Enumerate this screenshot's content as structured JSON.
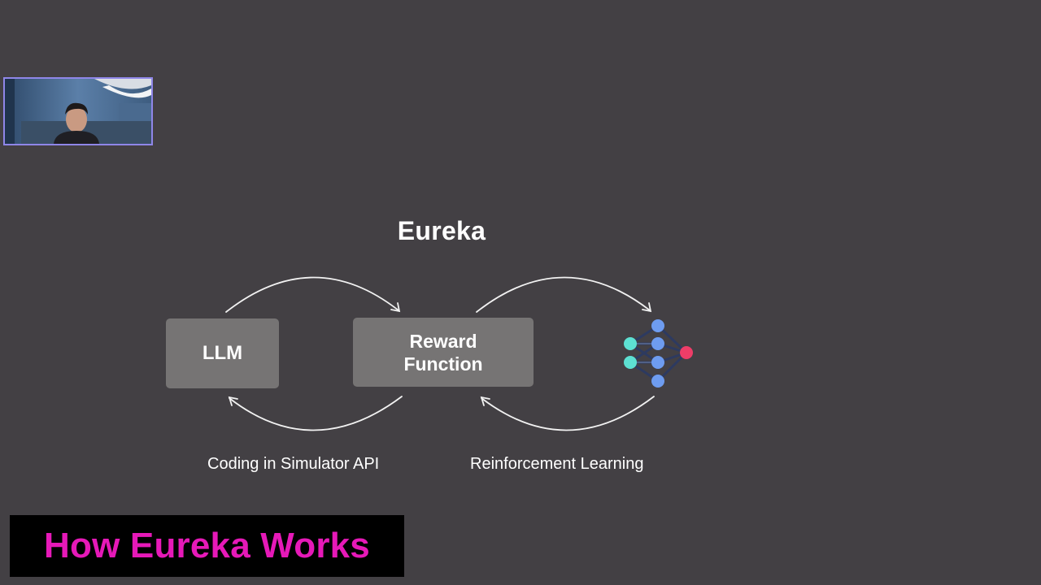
{
  "slide": {
    "title": "Eureka",
    "llm_label": "LLM",
    "reward_label_line1": "Reward",
    "reward_label_line2": "Function",
    "caption_left": "Coding in Simulator API",
    "caption_right": "Reinforcement Learning"
  },
  "banner": {
    "text": "How Eureka Works"
  },
  "colors": {
    "background": "#434044",
    "box": "#767474",
    "banner_text": "#e619b8",
    "banner_bg": "#000000",
    "webcam_border": "#8f86e8",
    "node_input": "#5de0d2",
    "node_hidden": "#6e9cf0",
    "node_output": "#ee3d68"
  },
  "icons": {
    "network": "neural-network-icon"
  }
}
